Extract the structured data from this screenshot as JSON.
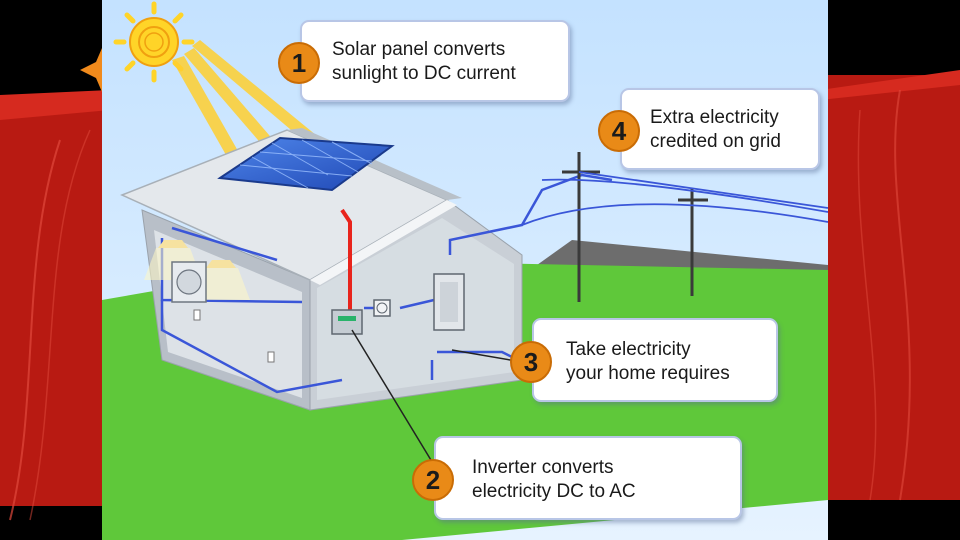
{
  "colors": {
    "slide_red": "#b81a12",
    "sky": "#cfe8ff",
    "grass": "#5fc83a",
    "house_wall": "#c9cfd6",
    "roof": "#e4e8ec",
    "solar_panel": "#2a5fd0",
    "dc_wire": "#e8241c",
    "ac_wire": "#3a56d8",
    "badge_orange": "#e98a17"
  },
  "callouts": [
    {
      "number": "1",
      "line1": "Solar panel converts",
      "line2": "sunlight to DC current"
    },
    {
      "number": "4",
      "line1": "Extra electricity",
      "line2": "credited on grid"
    },
    {
      "number": "3",
      "line1": "Take electricity",
      "line2": "your home requires"
    },
    {
      "number": "2",
      "line1": "Inverter converts",
      "line2": "electricity DC to AC"
    }
  ],
  "icons": [
    "sun-icon",
    "solar-panel-icon",
    "house-icon",
    "inverter-icon",
    "meter-icon",
    "breaker-panel-icon",
    "utility-pole-icon",
    "ceiling-light-icon",
    "air-conditioner-icon"
  ]
}
